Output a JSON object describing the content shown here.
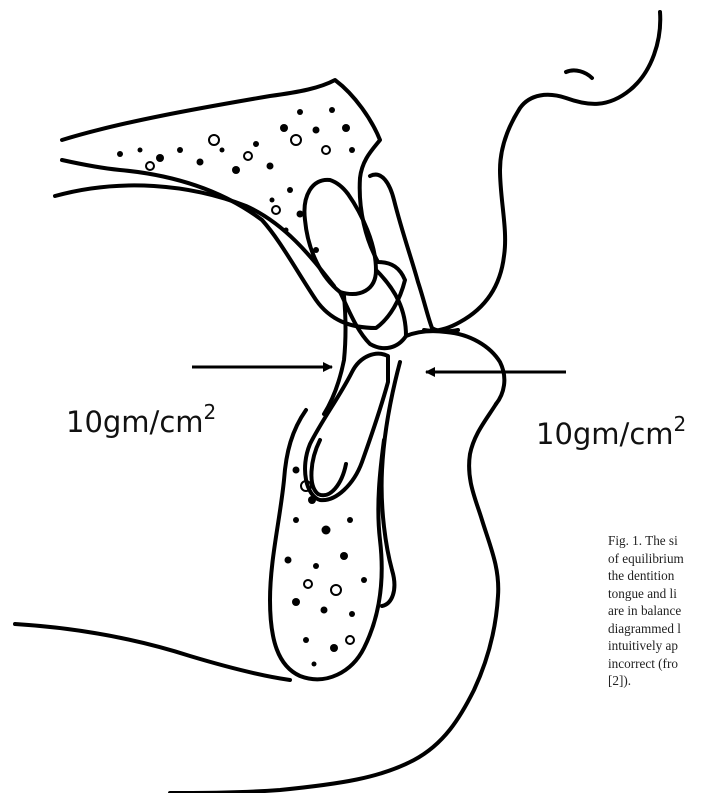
{
  "forces": {
    "left": {
      "value": "10gm/cm",
      "exponent": "2"
    },
    "right": {
      "value": "10gm/cm",
      "exponent": "2"
    }
  },
  "caption": {
    "lines": [
      "Fig. 1. The si",
      "of equilibrium",
      "the dentition",
      "tongue and li",
      "are in balance",
      "diagrammed l",
      "intuitively ap",
      "incorrect (fro",
      "[2])."
    ]
  },
  "colors": {
    "ink": "#000000",
    "paper": "#ffffff"
  }
}
